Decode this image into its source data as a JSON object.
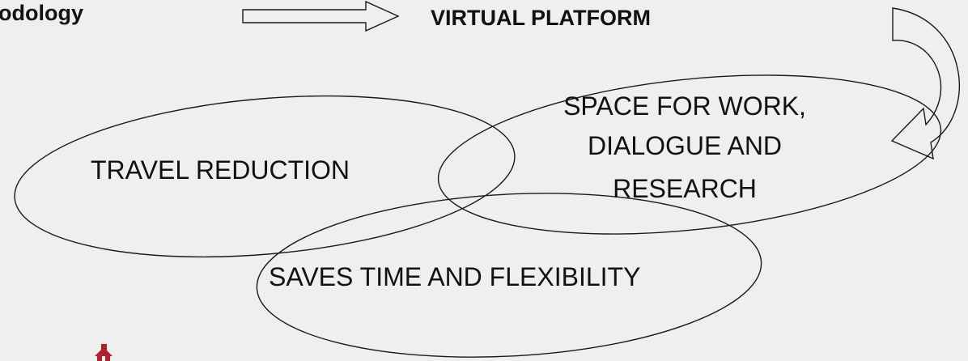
{
  "top_left_text": "odology",
  "top_center_text": "VIRTUAL PLATFORM",
  "ellipses": {
    "travel_reduction": "TRAVEL REDUCTION",
    "space_line1": "SPACE FOR WORK,",
    "space_line2": "DIALOGUE AND",
    "space_line3": "RESEARCH",
    "saves_time": "SAVES TIME AND FLEXIBILITY"
  },
  "colors": {
    "background": "#efefef",
    "text": "#111111",
    "logo": "#b0212b"
  },
  "icons": {
    "forward_arrow": "right-arrow-outline",
    "curved_arrow": "curved-return-arrow-outline",
    "logo": "house-logo"
  }
}
